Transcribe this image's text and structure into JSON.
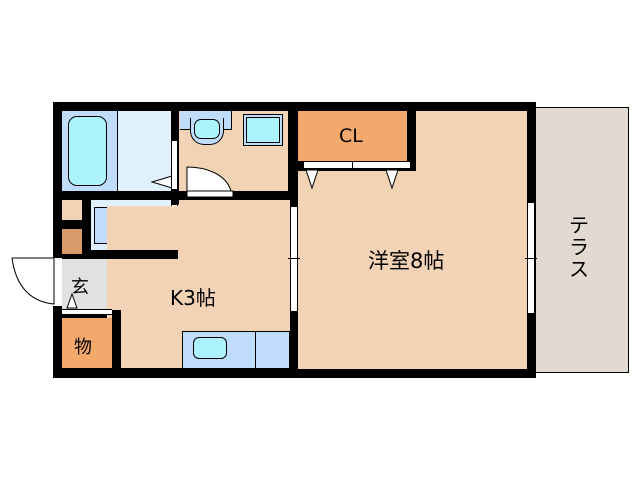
{
  "floor_plan": {
    "rooms": {
      "western_room": {
        "label": "洋室8帖",
        "type": "western-style room",
        "size_jo": 8
      },
      "kitchen": {
        "label": "K3帖",
        "type": "kitchen",
        "size_jo": 3
      },
      "closet": {
        "label": "CL",
        "type": "closet"
      },
      "entrance": {
        "label": "玄",
        "type": "entrance"
      },
      "storage": {
        "label": "物",
        "type": "storage"
      },
      "terrace": {
        "label": "テラス",
        "type": "terrace"
      },
      "bathroom": {
        "type": "bathroom"
      },
      "washroom": {
        "type": "washroom"
      },
      "toilet": {
        "type": "toilet"
      }
    },
    "colors": {
      "wall": "#000000",
      "floor": "#f2d3b6",
      "wet_area": "#def1fc",
      "fixture": "#bfdcfb",
      "fixture_cyan": "#adf3fc",
      "storage": "#f4a96c",
      "entrance": "#e1e1e1",
      "terrace": "#e2d9d0"
    }
  }
}
